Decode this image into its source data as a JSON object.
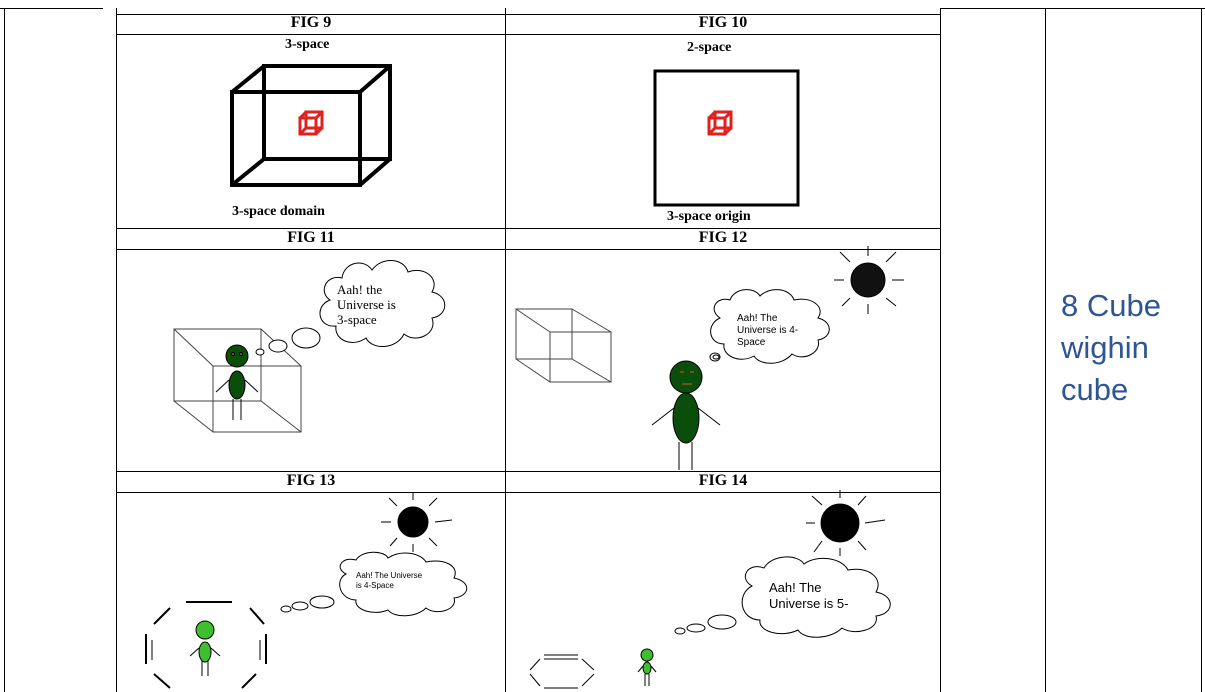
{
  "side_label": {
    "lines": [
      "8 Cube",
      "wighin",
      "cube"
    ],
    "color": "#2e5695"
  },
  "figures": {
    "fig9": {
      "title": "FIG 9",
      "top_caption": "3-space",
      "bottom_caption": "3-space domain"
    },
    "fig10": {
      "title": "FIG 10",
      "top_caption": "2-space",
      "bottom_caption": "3-space origin"
    },
    "fig11": {
      "title": "FIG 11",
      "bubble": [
        "Aah! the",
        "Universe is",
        "3-space"
      ]
    },
    "fig12": {
      "title": "FIG 12",
      "bubble": [
        "Aah! The",
        "Universe is 4-",
        "Space"
      ]
    },
    "fig13": {
      "title": "FIG 13",
      "bubble": [
        "Aah! The Universe",
        "is 4-Space"
      ]
    },
    "fig14": {
      "title": "FIG 14",
      "bubble": [
        "Aah! The",
        "Universe is 5-"
      ]
    }
  },
  "colors": {
    "accent_red": "#e0211d",
    "figure_green": "#0b4d0b",
    "light_green": "#3fbf2f"
  }
}
